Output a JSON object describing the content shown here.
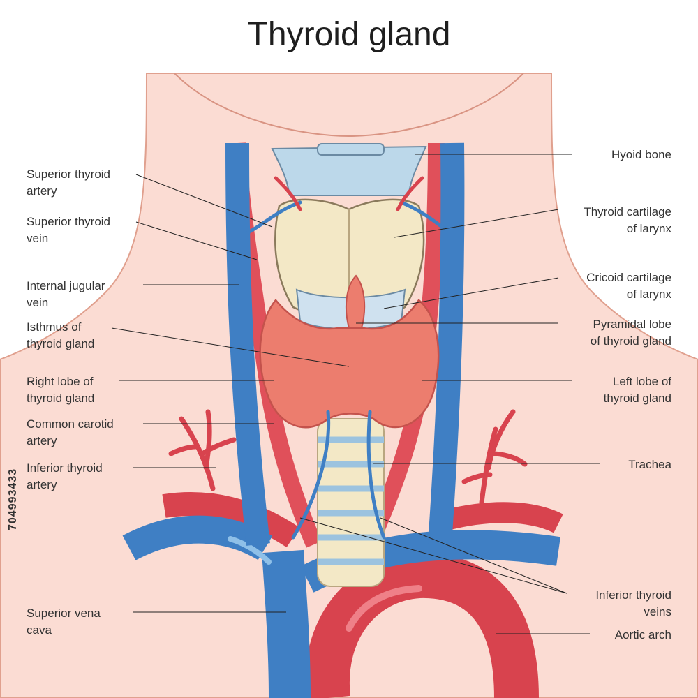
{
  "title": "Thyroid gland",
  "stock_id": "704993433",
  "labels": {
    "superior_thyroid_artery": "Superior thyroid\nartery",
    "superior_thyroid_vein": "Superior thyroid\nvein",
    "internal_jugular_vein": "Internal jugular\nvein",
    "isthmus": "Isthmus of\nthyroid gland",
    "right_lobe": "Right lobe of\nthyroid gland",
    "common_carotid": "Common carotid\nartery",
    "inferior_thyroid_artery": "Inferior thyroid\nartery",
    "superior_vena_cava": "Superior vena\ncava",
    "hyoid_bone": "Hyoid bone",
    "thyroid_cartilage": "Thyroid cartilage\nof larynx",
    "cricoid_cartilage": "Cricoid cartilage\nof larynx",
    "pyramidal_lobe": "Pyramidal lobe\nof thyroid gland",
    "left_lobe": "Left lobe of\nthyroid gland",
    "trachea": "Trachea",
    "inferior_thyroid_veins": "Inferior thyroid\nveins",
    "aortic_arch": "Aortic arch"
  },
  "colors": {
    "skin": "#fbdcd3",
    "skin_outline": "#e0a08e",
    "vein": "#3f7fc4",
    "artery": "#e0505a",
    "thyroid": "#ec7d6e",
    "cartilage": "#f3e8c6",
    "hyoid": "#bcd8ea"
  }
}
